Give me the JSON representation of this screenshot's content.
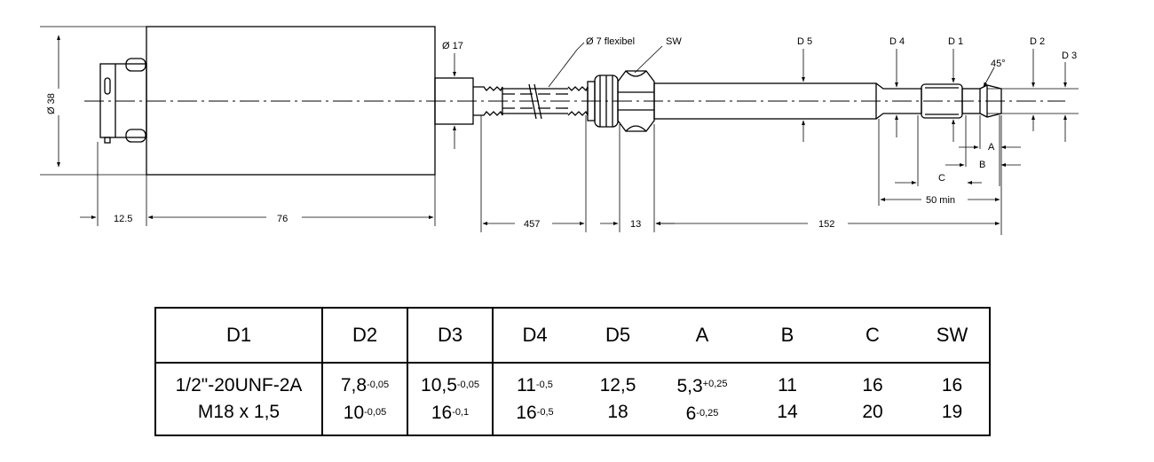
{
  "labels": {
    "dia_38": "Ø 38",
    "dia_17": "Ø 17",
    "dia_7": "Ø 7 flexibel",
    "sw": "SW",
    "d5": "D 5",
    "d4": "D 4",
    "d1": "D 1",
    "d2": "D 2",
    "d3": "D 3",
    "angle": "45°",
    "a": "A",
    "b": "B",
    "c": "C",
    "min50": "50 min"
  },
  "dimensions": {
    "d12_5": "12.5",
    "d76": "76",
    "d457": "457",
    "d13": "13",
    "d152": "152"
  },
  "table": {
    "headers": [
      "D1",
      "D2",
      "D3",
      "D4",
      "D5",
      "A",
      "B",
      "C",
      "SW"
    ],
    "rows": [
      [
        {
          "v": "1/2\"-20UNF-2A",
          "t": ""
        },
        {
          "v": "7,8",
          "t": "-0,05"
        },
        {
          "v": "10,5",
          "t": "-0,05"
        },
        {
          "v": "11",
          "t": "-0,5"
        },
        {
          "v": "12,5",
          "t": ""
        },
        {
          "v": "5,3",
          "t": "+0,25"
        },
        {
          "v": "11",
          "t": ""
        },
        {
          "v": "16",
          "t": ""
        },
        {
          "v": "16",
          "t": ""
        }
      ],
      [
        {
          "v": "M18 x 1,5",
          "t": ""
        },
        {
          "v": "10",
          "t": "-0,05"
        },
        {
          "v": "16",
          "t": "-0,1"
        },
        {
          "v": "16",
          "t": "-0,5"
        },
        {
          "v": "18",
          "t": ""
        },
        {
          "v": "6",
          "t": "-0,25"
        },
        {
          "v": "14",
          "t": ""
        },
        {
          "v": "20",
          "t": ""
        },
        {
          "v": "19",
          "t": ""
        }
      ]
    ]
  }
}
